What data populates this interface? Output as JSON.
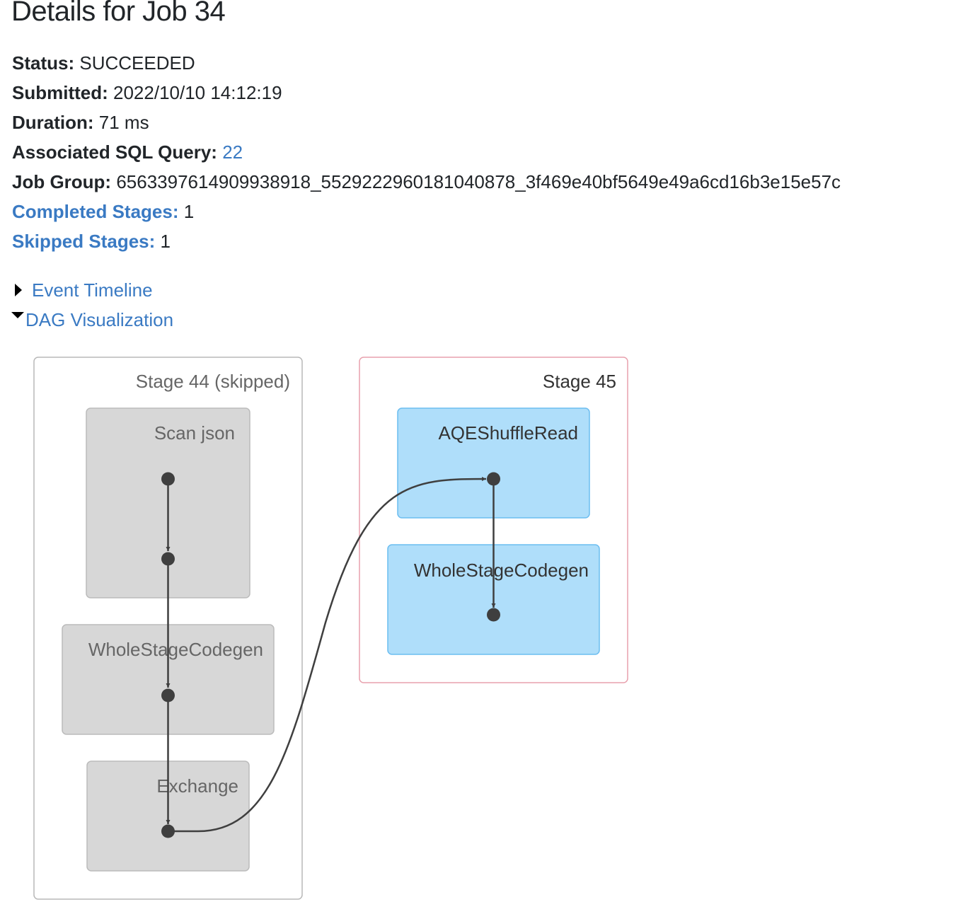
{
  "page": {
    "title": "Details for Job 34"
  },
  "summary": {
    "status_label": "Status:",
    "status_value": "SUCCEEDED",
    "submitted_label": "Submitted:",
    "submitted_value": "2022/10/10 14:12:19",
    "duration_label": "Duration:",
    "duration_value": "71 ms",
    "sql_label": "Associated SQL Query:",
    "sql_value": "22",
    "job_group_label": "Job Group:",
    "job_group_value": "6563397614909938918_5529222960181040878_3f469e40bf5649e49a6cd16b3e15e57c",
    "completed_label": "Completed Stages:",
    "completed_value": "1",
    "skipped_label": "Skipped Stages:",
    "skipped_value": "1"
  },
  "sections": {
    "event_timeline": "Event Timeline",
    "dag_visualization": "DAG Visualization"
  },
  "dag": {
    "colors": {
      "skipped_stage_border": "#b8b8b8",
      "active_stage_border": "#e8a1ad",
      "skipped_node_fill": "#d7d7d7",
      "skipped_node_border": "#bbbbbb",
      "active_node_fill": "#afdefa",
      "active_node_border": "#6cbdf0",
      "edge": "#3f3f3f",
      "skipped_text": "#666666",
      "active_text": "#333333"
    },
    "stages": [
      {
        "id": "stage-44",
        "label": "Stage 44 (skipped)",
        "skipped": true,
        "nodes": [
          {
            "id": "scan-json",
            "label": "Scan json"
          },
          {
            "id": "wsc-44",
            "label": "WholeStageCodegen"
          },
          {
            "id": "exchange",
            "label": "Exchange"
          }
        ]
      },
      {
        "id": "stage-45",
        "label": "Stage 45",
        "skipped": false,
        "nodes": [
          {
            "id": "aqe-shuffle-read",
            "label": "AQEShuffleRead"
          },
          {
            "id": "wsc-45",
            "label": "WholeStageCodegen"
          }
        ]
      }
    ]
  }
}
